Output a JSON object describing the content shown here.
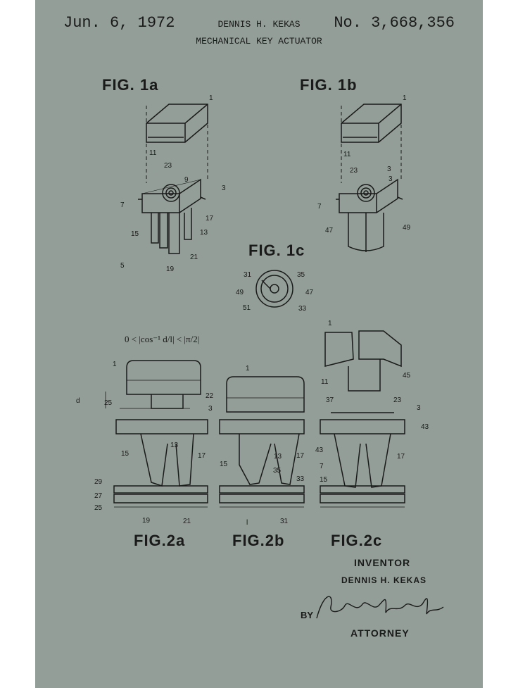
{
  "header": {
    "date": "Jun. 6, 1972",
    "inventor": "DENNIS H. KEKAS",
    "title": "MECHANICAL KEY ACTUATOR",
    "patent_number": "No. 3,668,356"
  },
  "figures": {
    "fig_1a": "FIG. 1a",
    "fig_1b": "FIG. 1b",
    "fig_1c": "FIG. 1c",
    "fig_2a": "FIG.2a",
    "fig_2b": "FIG.2b",
    "fig_2c": "FIG.2c"
  },
  "formula": "0 < |cos⁻¹ d/l| < |π/2|",
  "ref_numerals": {
    "fig_1a": [
      "1",
      "11",
      "23",
      "9",
      "3",
      "7",
      "17",
      "15",
      "13",
      "21",
      "19",
      "5"
    ],
    "fig_1b": [
      "1",
      "11",
      "23",
      "3",
      "3",
      "7",
      "47",
      "49"
    ],
    "fig_1c": [
      "31",
      "35",
      "49",
      "47",
      "51",
      "33"
    ],
    "fig_2a": [
      "1",
      "d",
      "25",
      "22",
      "3",
      "15",
      "13",
      "17",
      "29",
      "27",
      "25",
      "19",
      "21"
    ],
    "fig_2b": [
      "1",
      "15",
      "13",
      "35",
      "17",
      "33",
      "l",
      "31"
    ],
    "fig_2c": [
      "1",
      "11",
      "45",
      "37",
      "23",
      "3",
      "43",
      "43",
      "7",
      "15",
      "17"
    ]
  },
  "signature_block": {
    "inventor_label": "INVENTOR",
    "inventor_name": "DENNIS H. KEKAS",
    "by_label": "BY",
    "signature": "Robert Bruce Brodie",
    "attorney_label": "ATTORNEY"
  },
  "colors": {
    "paper": "#929e97",
    "ink": "#1a1a1a",
    "border": "#ffffff"
  }
}
